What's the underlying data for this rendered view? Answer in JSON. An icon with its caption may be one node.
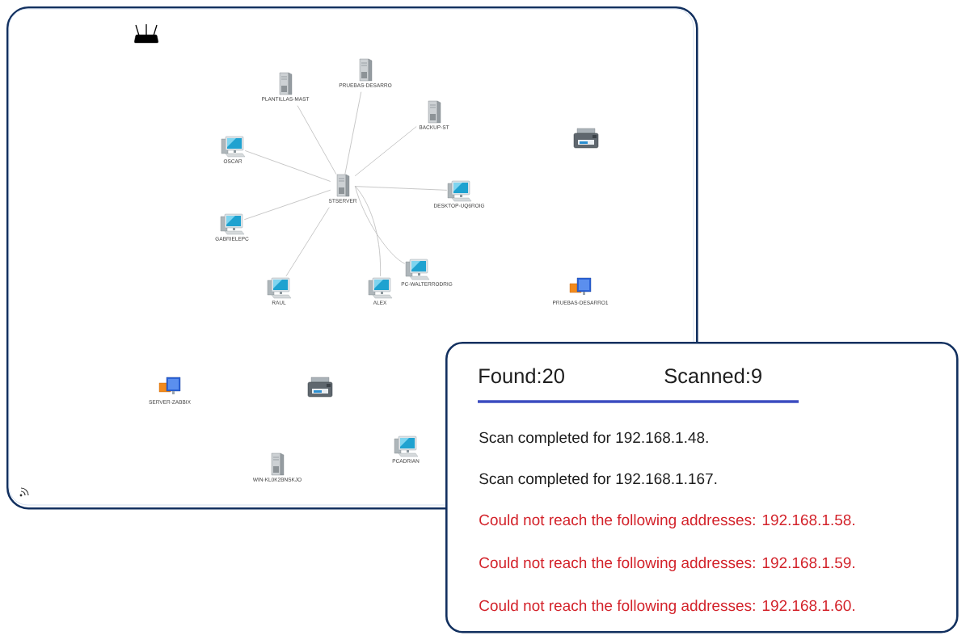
{
  "diagram": {
    "nodes": [
      {
        "text": [],
        "shape": "box"
      },
      {
        "text": [],
        "shape": "picture",
        "in": 0
      },
      {
        "text": [
          "PRUEBAS-DESARRO"
        ],
        "in": 0
      },
      {
        "text": [
          "PLANTILLAS-MAST"
        ],
        "in": 0
      },
      {
        "text": [
          "BACKUP-ST"
        ],
        "in": 0
      },
      {
        "text": [],
        "shape": "picture",
        "in": 0
      },
      {
        "text": [
          "OSCAR"
        ],
        "in": 0
      },
      {
        "text": [
          "STSERVER"
        ],
        "in": 0
      },
      {
        "text": [
          "DESKTOP-UQ6ROIG"
        ],
        "in": 0
      },
      {
        "text": [
          "GABRIELEPC"
        ],
        "in": 0
      },
      {
        "text": [
          "PC-WALTERRODRIG"
        ],
        "in": 0
      },
      {
        "text": [
          "RAUL"
        ],
        "in": 0
      },
      {
        "text": [
          "ALEX"
        ],
        "in": 0
      },
      {
        "text": [
          "PRUEBAS-DESARRO1"
        ],
        "in": 0
      },
      {
        "text": [
          "SERVER-ZABBIX"
        ],
        "in": 0
      },
      {
        "text": [],
        "shape": "picture",
        "in": 0
      },
      {
        "text": [
          "PCADRIAN"
        ],
        "in": 0
      },
      {
        "text": [
          "WIN-KL0K2BNSKJO"
        ],
        "in": 0
      },
      {
        "text": [
          "Found:20",
          "Scanned:9",
          "Scan completed for 192.168.1.48.",
          "Scan completed for 192.168.1.167.",
          "Could not reach the following addresses: 192.168.1.58.",
          "Could not reach the following addresses: 192.168.1.59.",
          "Could not reach the following addresses: 192.168.1.60."
        ]
      }
    ],
    "edges": [
      {
        "from": 7,
        "to": 3,
        "arrow": "none"
      },
      {
        "from": 7,
        "to": 2,
        "arrow": "none"
      },
      {
        "from": 7,
        "to": 4,
        "arrow": "none"
      },
      {
        "from": 7,
        "to": 6,
        "arrow": "none"
      },
      {
        "from": 7,
        "to": 8,
        "arrow": "none"
      },
      {
        "from": 7,
        "to": 9,
        "arrow": "none"
      },
      {
        "from": 7,
        "to": 11,
        "arrow": "none"
      },
      {
        "from": 7,
        "to": 12,
        "arrow": "none"
      },
      {
        "from": 7,
        "to": 10,
        "arrow": "none"
      }
    ]
  }
}
